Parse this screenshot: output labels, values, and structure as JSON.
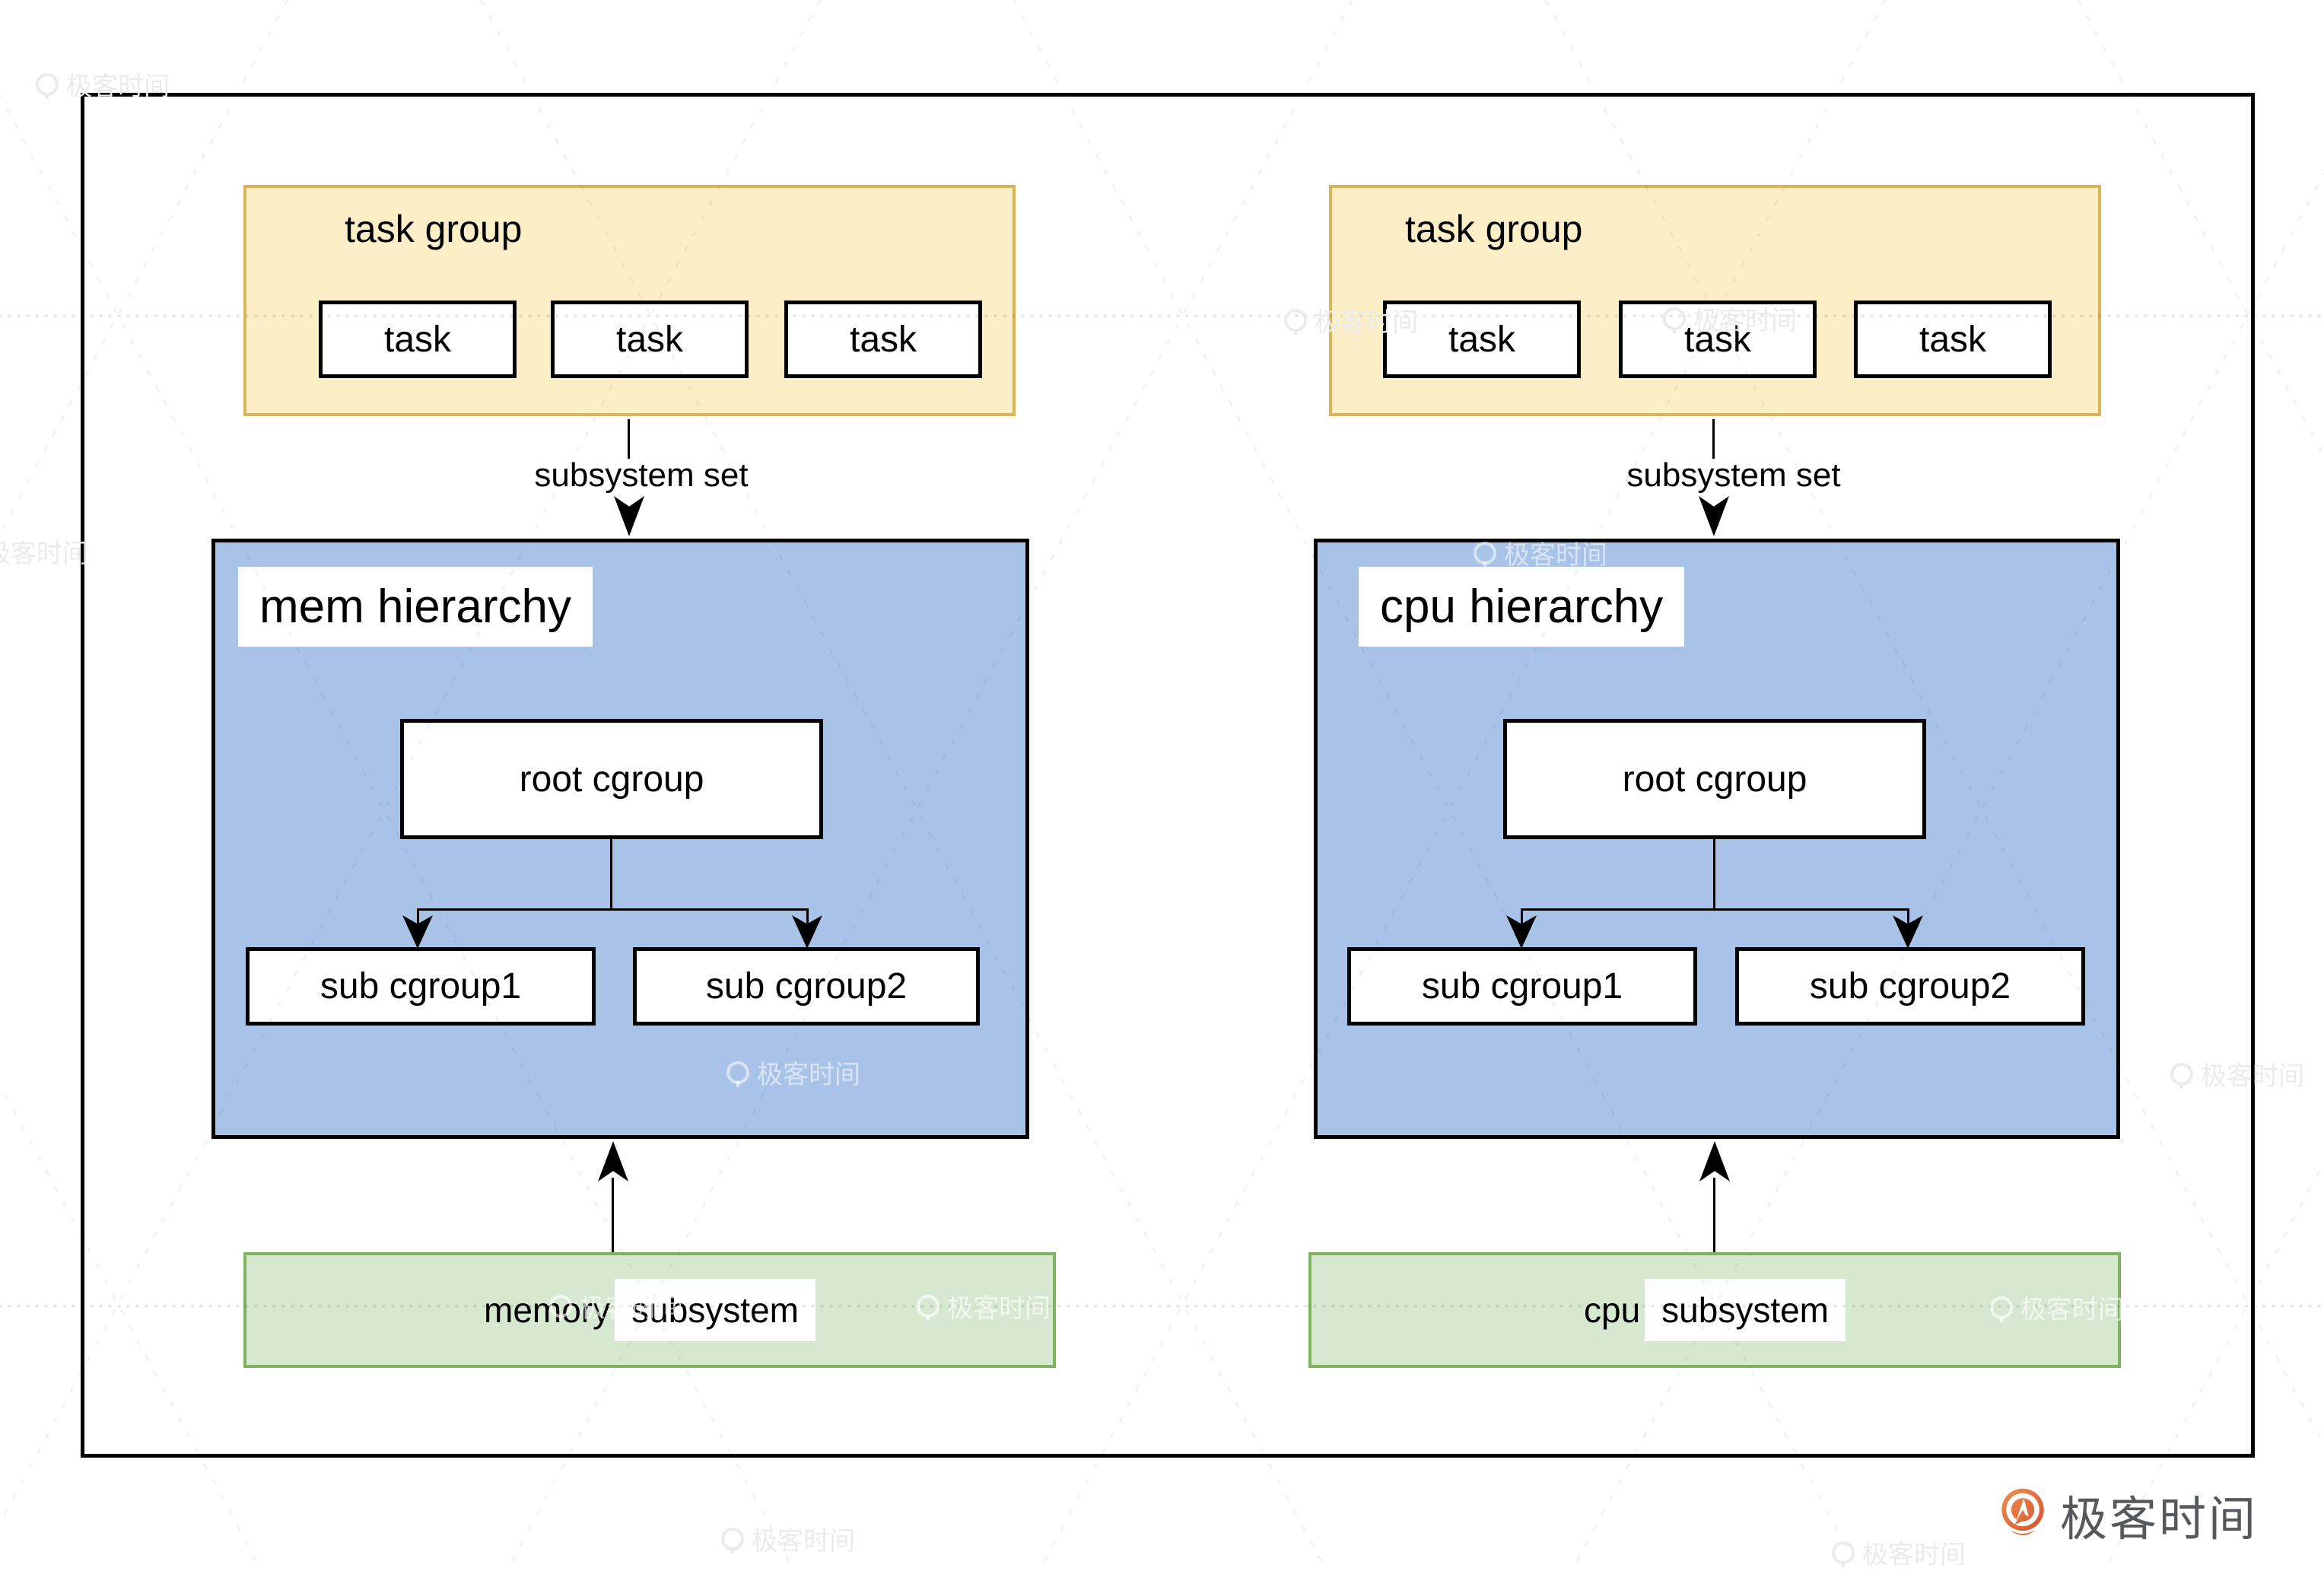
{
  "diagram": {
    "left": {
      "task_group": {
        "label": "task group",
        "tasks": [
          "task",
          "task",
          "task"
        ]
      },
      "connector_label": "subsystem set",
      "hierarchy": {
        "title": "mem hierarchy",
        "root": "root cgroup",
        "children": [
          "sub cgroup1",
          "sub cgroup2"
        ]
      },
      "subsystem": {
        "word1": "memory",
        "word2": "subsystem"
      }
    },
    "right": {
      "task_group": {
        "label": "task group",
        "tasks": [
          "task",
          "task",
          "task"
        ]
      },
      "connector_label": "subsystem set",
      "hierarchy": {
        "title": "cpu hierarchy",
        "root": "root cgroup",
        "children": [
          "sub cgroup1",
          "sub cgroup2"
        ]
      },
      "subsystem": {
        "word1": "cpu",
        "word2": "subsystem"
      }
    }
  },
  "watermark": {
    "text": "极客时间"
  },
  "logo": {
    "text": "极客时间"
  },
  "colors": {
    "task_group_fill": "#fcefc8",
    "task_group_border": "#d8b556",
    "hierarchy_fill": "#a9c3e8",
    "subsystem_fill": "#d6e8d0",
    "subsystem_border": "#7fb25e",
    "box_border": "#000000",
    "logo_orange": "#e2703d",
    "logo_orange_dark": "#d4522a",
    "logo_text_color": "#57585c",
    "watermark_gray": "#ebebeb"
  }
}
